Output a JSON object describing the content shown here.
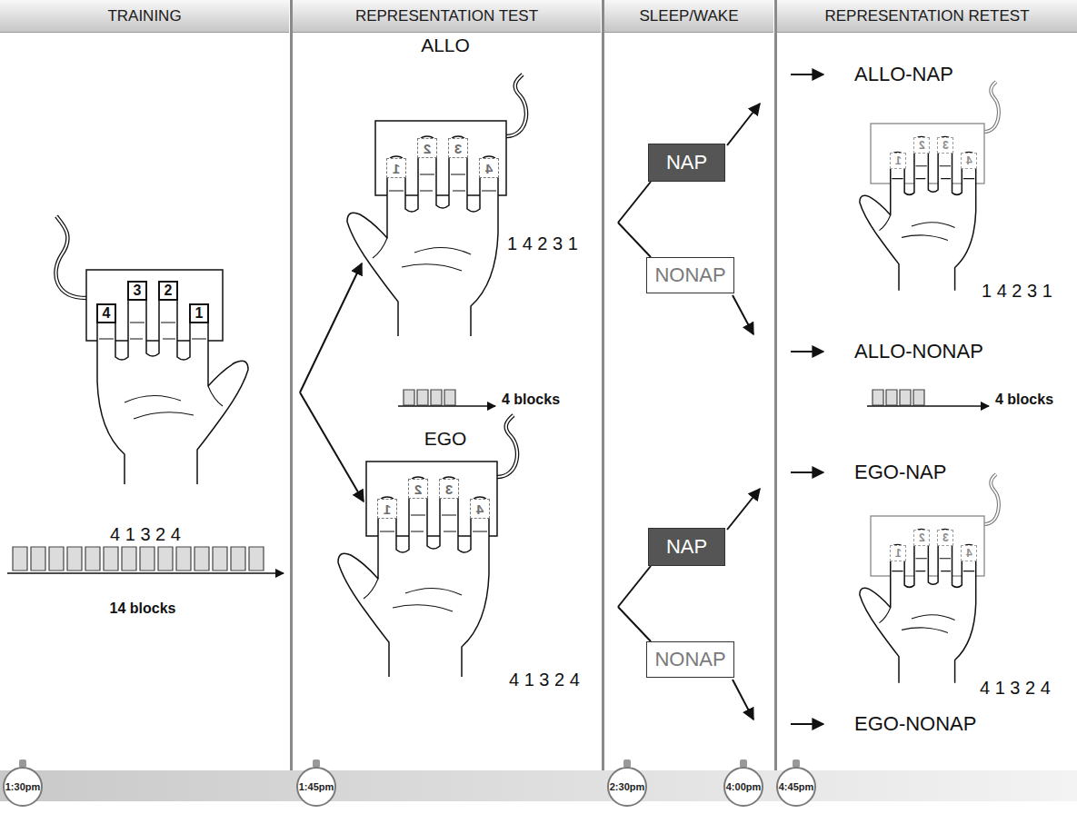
{
  "diagram": {
    "nodes": [
      {
        "text": [
          "TRAINING"
        ]
      },
      {
        "text": [
          "REPRESENTATION TEST"
        ]
      },
      {
        "text": [
          "SLEEP/WAKE"
        ]
      },
      {
        "text": [
          "REPRESENTATION RETEST"
        ]
      },
      {
        "text": [
          "4"
        ]
      },
      {
        "text": [
          "3"
        ]
      },
      {
        "text": [
          "2"
        ]
      },
      {
        "text": [
          "1"
        ]
      },
      {
        "text": [
          "1"
        ]
      },
      {
        "text": [
          "2"
        ]
      },
      {
        "text": [
          "3"
        ]
      },
      {
        "text": [
          "4"
        ]
      },
      {
        "text": [
          "1"
        ]
      },
      {
        "text": [
          "2"
        ]
      },
      {
        "text": [
          "3"
        ]
      },
      {
        "text": [
          "4"
        ]
      },
      {
        "text": [
          "NAP"
        ]
      },
      {
        "text": [
          "NONAP"
        ]
      },
      {
        "text": [
          "NAP"
        ]
      },
      {
        "text": [
          "NONAP"
        ]
      },
      {
        "text": [
          "1"
        ]
      },
      {
        "text": [
          "2"
        ]
      },
      {
        "text": [
          "3"
        ]
      },
      {
        "text": [
          "4"
        ]
      },
      {
        "text": [
          "1"
        ]
      },
      {
        "text": [
          "2"
        ]
      },
      {
        "text": [
          "3"
        ]
      },
      {
        "text": [
          "4"
        ]
      },
      {
        "text": [
          "1:30pm"
        ]
      },
      {
        "text": [
          "1:45pm"
        ]
      },
      {
        "text": [
          "2:30pm"
        ]
      },
      {
        "text": [
          "4:00pm"
        ]
      },
      {
        "text": [
          "4:45pm"
        ]
      }
    ],
    "labels": [
      "4 1 3 2 4",
      "14 blocks",
      "ALLO",
      "1 4 2 3 1",
      "4 blocks",
      "EGO",
      "4 1 3 2 4",
      "ALLO-NAP",
      "1 4 2 3 1",
      "ALLO-NONAP",
      "4 blocks",
      "EGO-NAP",
      "4 1 3 2 4",
      "EGO-NONAP"
    ]
  }
}
